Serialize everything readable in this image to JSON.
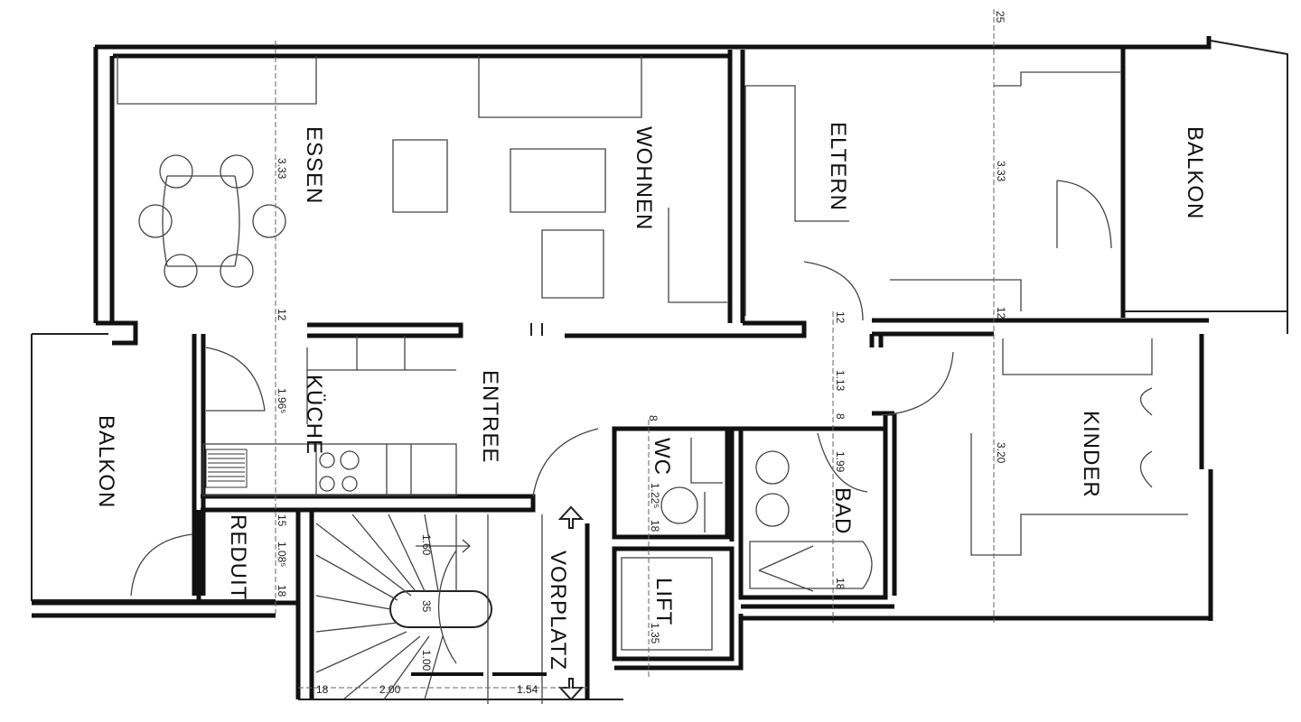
{
  "rooms": {
    "essen": "ESSEN",
    "wohnen": "WOHNEN",
    "eltern": "ELTERN",
    "balkon_right": "BALKON",
    "balkon_left": "BALKON",
    "kueche": "KÜCHE",
    "entree": "ENTREE",
    "reduit": "REDUIT",
    "vorplatz": "VORPLATZ",
    "wc": "WC",
    "bad": "BAD",
    "lift": "LIFT",
    "kinder": "KINDER"
  },
  "dimensions": {
    "top_wall": "25",
    "essen_depth": "3.33",
    "essen_wall": "12",
    "kueche_depth": "1.96⁵",
    "kueche_wall": "15",
    "reduit_depth": "1.08⁵",
    "reduit_wall": "18",
    "stair_upper": "1.60",
    "stair_eye": "35",
    "stair_lower": "1.00",
    "stair_wall": "18",
    "stair_width": "2.00",
    "vorplatz_width": "1.54",
    "corridor_wall": "12",
    "corridor_depth": "1.13",
    "bad_wall_top": "8",
    "bad_depth": "1.99",
    "bad_wall_bottom": "18",
    "wc_wall_top": "8",
    "wc_depth": "1.22⁵",
    "wc_wall_bottom": "18",
    "lift_depth": "1.35",
    "eltern_depth": "3.33",
    "eltern_wall": "12",
    "kinder_depth": "3.20"
  }
}
